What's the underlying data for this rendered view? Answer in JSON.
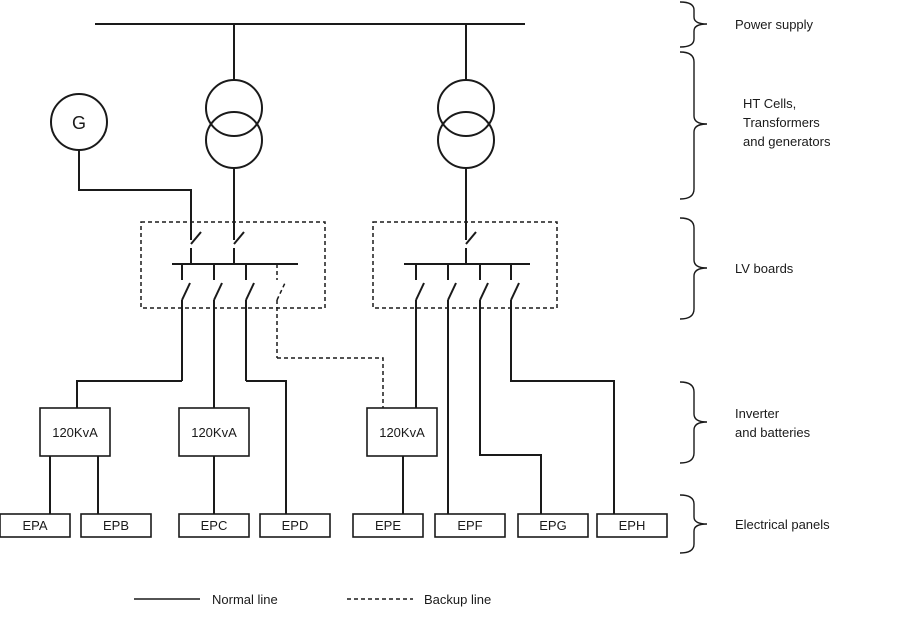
{
  "generator": {
    "label": "G"
  },
  "inverters": [
    {
      "label": "120KvA"
    },
    {
      "label": "120KvA"
    },
    {
      "label": "120KvA"
    }
  ],
  "panels": [
    {
      "label": "EPA"
    },
    {
      "label": "EPB"
    },
    {
      "label": "EPC"
    },
    {
      "label": "EPD"
    },
    {
      "label": "EPE"
    },
    {
      "label": "EPF"
    },
    {
      "label": "EPG"
    },
    {
      "label": "EPH"
    }
  ],
  "levels": {
    "power_supply": "Power supply",
    "ht_cells_line1": "HT Cells,",
    "ht_cells_line2": "Transformers",
    "ht_cells_line3": "and generators",
    "lv_boards": "LV boards",
    "inverter_line1": "Inverter",
    "inverter_line2": "and batteries",
    "electrical_panels": "Electrical panels"
  },
  "legend": {
    "normal": "Normal line",
    "backup": "Backup line"
  }
}
